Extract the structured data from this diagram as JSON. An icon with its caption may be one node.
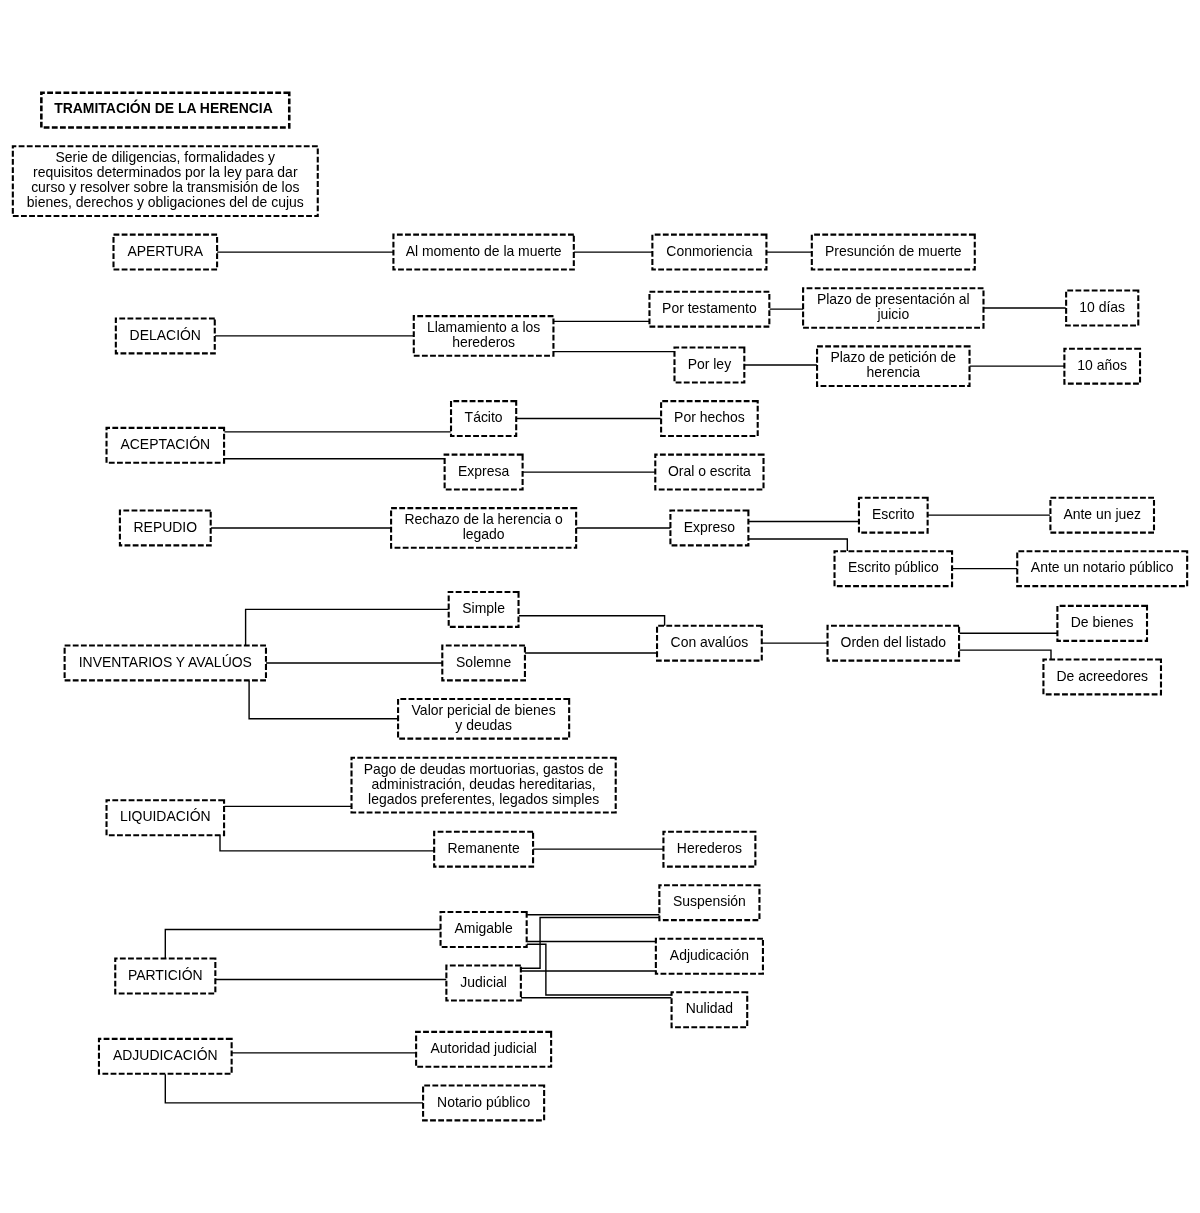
{
  "diagram": {
    "nodes": [
      {
        "text": [
          "TRAMITACIÓN DE LA HERENCIA"
        ]
      },
      {
        "text": [
          "Serie de diligencias, formalidades y requisitos determinados por la ley para dar curso y resolver sobre la transmisión de los bienes, derechos y obligaciones del de cujus"
        ]
      },
      {
        "text": [
          "APERTURA"
        ]
      },
      {
        "text": [
          "Al momento de la muerte"
        ]
      },
      {
        "text": [
          "Conmoriencia"
        ]
      },
      {
        "text": [
          "Presunción de muerte"
        ]
      },
      {
        "text": [
          "DELACIÓN"
        ]
      },
      {
        "text": [
          "Llamamiento a los herederos"
        ]
      },
      {
        "text": [
          "Por testamento"
        ]
      },
      {
        "text": [
          "Plazo de presentación al juicio"
        ]
      },
      {
        "text": [
          "10 días"
        ]
      },
      {
        "text": [
          "Por ley"
        ]
      },
      {
        "text": [
          "Plazo de petición de herencia"
        ]
      },
      {
        "text": [
          "10 años"
        ]
      },
      {
        "text": [
          "ACEPTACIÓN"
        ]
      },
      {
        "text": [
          "Tácito"
        ]
      },
      {
        "text": [
          "Por hechos"
        ]
      },
      {
        "text": [
          "Expresa"
        ]
      },
      {
        "text": [
          "Oral o escrita"
        ]
      },
      {
        "text": [
          "REPUDIO"
        ]
      },
      {
        "text": [
          "Rechazo de la herencia o legado"
        ]
      },
      {
        "text": [
          "Expreso"
        ]
      },
      {
        "text": [
          "Escrito"
        ]
      },
      {
        "text": [
          "Ante un juez"
        ]
      },
      {
        "text": [
          "Escrito público"
        ]
      },
      {
        "text": [
          "Ante un notario público"
        ]
      },
      {
        "text": [
          "INVENTARIOS Y AVALÚOS"
        ]
      },
      {
        "text": [
          "Simple"
        ]
      },
      {
        "text": [
          "Solemne"
        ]
      },
      {
        "text": [
          "Con avalúos"
        ]
      },
      {
        "text": [
          "Orden del listado"
        ]
      },
      {
        "text": [
          "De bienes"
        ]
      },
      {
        "text": [
          "De acreedores"
        ]
      },
      {
        "text": [
          "Valor pericial de bienes y deudas"
        ]
      },
      {
        "text": [
          "LIQUIDACIÓN"
        ]
      },
      {
        "text": [
          "Pago de deudas mortuorias, gastos de administración, deudas hereditarias, legados preferentes, legados simples"
        ]
      },
      {
        "text": [
          "Remanente"
        ]
      },
      {
        "text": [
          "Herederos"
        ]
      },
      {
        "text": [
          "PARTICIÓN"
        ]
      },
      {
        "text": [
          "Amigable"
        ]
      },
      {
        "text": [
          "Judicial"
        ]
      },
      {
        "text": [
          "Suspensión"
        ]
      },
      {
        "text": [
          "Adjudicación"
        ]
      },
      {
        "text": [
          "Nulidad"
        ]
      },
      {
        "text": [
          "ADJUDICACIÓN"
        ]
      },
      {
        "text": [
          "Autoridad judicial"
        ]
      },
      {
        "text": [
          "Notario público"
        ]
      }
    ],
    "edges": [
      {
        "from": 2,
        "to": 3,
        "arrow": "none"
      },
      {
        "from": 3,
        "to": 4,
        "arrow": "none"
      },
      {
        "from": 4,
        "to": 5,
        "arrow": "none"
      },
      {
        "from": 6,
        "to": 7,
        "arrow": "none"
      },
      {
        "from": 7,
        "to": 8,
        "arrow": "none"
      },
      {
        "from": 7,
        "to": 11,
        "arrow": "none"
      },
      {
        "from": 8,
        "to": 9,
        "arrow": "none"
      },
      {
        "from": 9,
        "to": 10,
        "arrow": "none"
      },
      {
        "from": 11,
        "to": 12,
        "arrow": "none"
      },
      {
        "from": 12,
        "to": 13,
        "arrow": "none"
      },
      {
        "from": 14,
        "to": 15,
        "arrow": "none"
      },
      {
        "from": 14,
        "to": 17,
        "arrow": "none"
      },
      {
        "from": 15,
        "to": 16,
        "arrow": "none"
      },
      {
        "from": 17,
        "to": 18,
        "arrow": "none"
      },
      {
        "from": 19,
        "to": 20,
        "arrow": "none"
      },
      {
        "from": 20,
        "to": 21,
        "arrow": "none"
      },
      {
        "from": 21,
        "to": 22,
        "arrow": "none"
      },
      {
        "from": 21,
        "to": 24,
        "arrow": "none"
      },
      {
        "from": 22,
        "to": 23,
        "arrow": "none"
      },
      {
        "from": 24,
        "to": 25,
        "arrow": "none"
      },
      {
        "from": 26,
        "to": 27,
        "arrow": "none"
      },
      {
        "from": 26,
        "to": 28,
        "arrow": "none"
      },
      {
        "from": 27,
        "to": 29,
        "arrow": "none"
      },
      {
        "from": 28,
        "to": 29,
        "arrow": "none"
      },
      {
        "from": 29,
        "to": 30,
        "arrow": "none"
      },
      {
        "from": 30,
        "to": 31,
        "arrow": "none"
      },
      {
        "from": 30,
        "to": 32,
        "arrow": "none"
      },
      {
        "from": 26,
        "to": 33,
        "arrow": "none"
      },
      {
        "from": 34,
        "to": 35,
        "arrow": "none"
      },
      {
        "from": 34,
        "to": 36,
        "arrow": "none"
      },
      {
        "from": 36,
        "to": 37,
        "arrow": "none"
      },
      {
        "from": 38,
        "to": 39,
        "arrow": "none"
      },
      {
        "from": 38,
        "to": 40,
        "arrow": "none"
      },
      {
        "from": 39,
        "to": 41,
        "arrow": "none"
      },
      {
        "from": 39,
        "to": 42,
        "arrow": "none"
      },
      {
        "from": 39,
        "to": 43,
        "arrow": "none"
      },
      {
        "from": 40,
        "to": 41,
        "arrow": "none"
      },
      {
        "from": 40,
        "to": 42,
        "arrow": "none"
      },
      {
        "from": 40,
        "to": 43,
        "arrow": "none"
      },
      {
        "from": 44,
        "to": 45,
        "arrow": "none"
      },
      {
        "from": 44,
        "to": 46,
        "arrow": "none"
      }
    ]
  }
}
